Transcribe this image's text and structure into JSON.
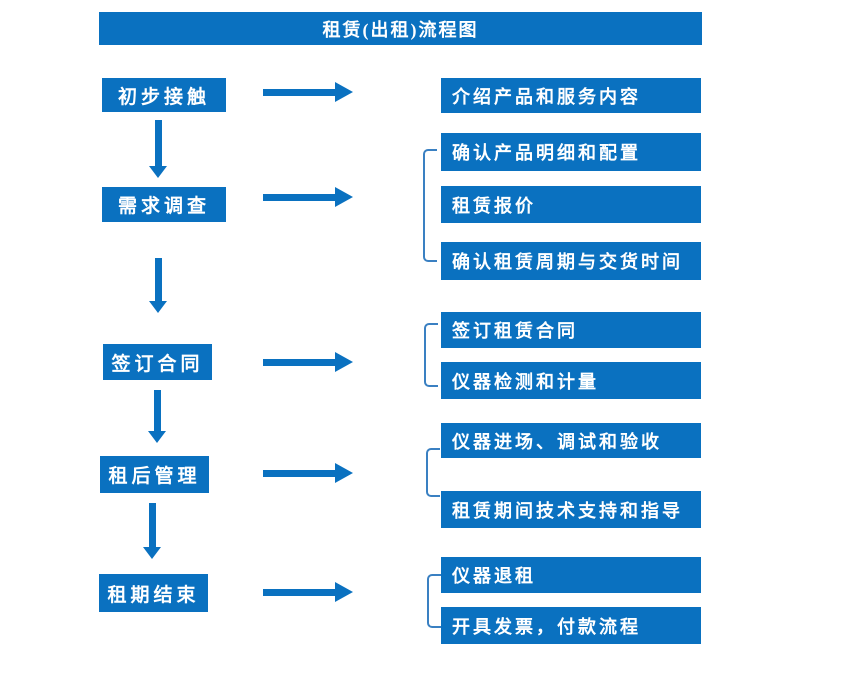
{
  "title": "租赁(出租)流程图",
  "colors": {
    "box_blue": "#0a71c0",
    "bracket_blue": "#3a80c2",
    "text": "#ffffff",
    "background": "#ffffff"
  },
  "stages": [
    {
      "label": "初步接触",
      "details": [
        "介绍产品和服务内容"
      ]
    },
    {
      "label": "需求调查",
      "details": [
        "确认产品明细和配置",
        "租赁报价",
        "确认租赁周期与交货时间"
      ]
    },
    {
      "label": "签订合同",
      "details": [
        "签订租赁合同",
        "仪器检测和计量"
      ]
    },
    {
      "label": "租后管理",
      "details": [
        "仪器进场、调试和验收",
        "租赁期间技术支持和指导"
      ]
    },
    {
      "label": "租期结束",
      "details": [
        "仪器退租",
        "开具发票，付款流程"
      ]
    }
  ]
}
